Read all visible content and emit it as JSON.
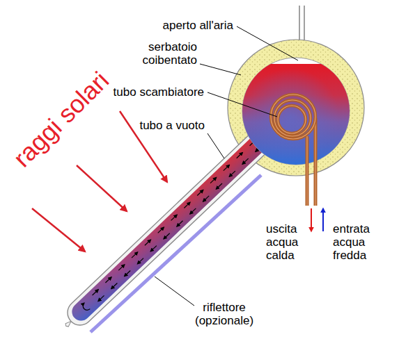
{
  "diagram": {
    "labels": [
      "aperto all'aria",
      "serbatoio coibentato",
      "tubo scambiatore",
      "tubo a vuoto",
      "raggi solari",
      "uscita acqua calda",
      "entrata acqua fredda",
      "riflettore (opzionale)"
    ]
  }
}
